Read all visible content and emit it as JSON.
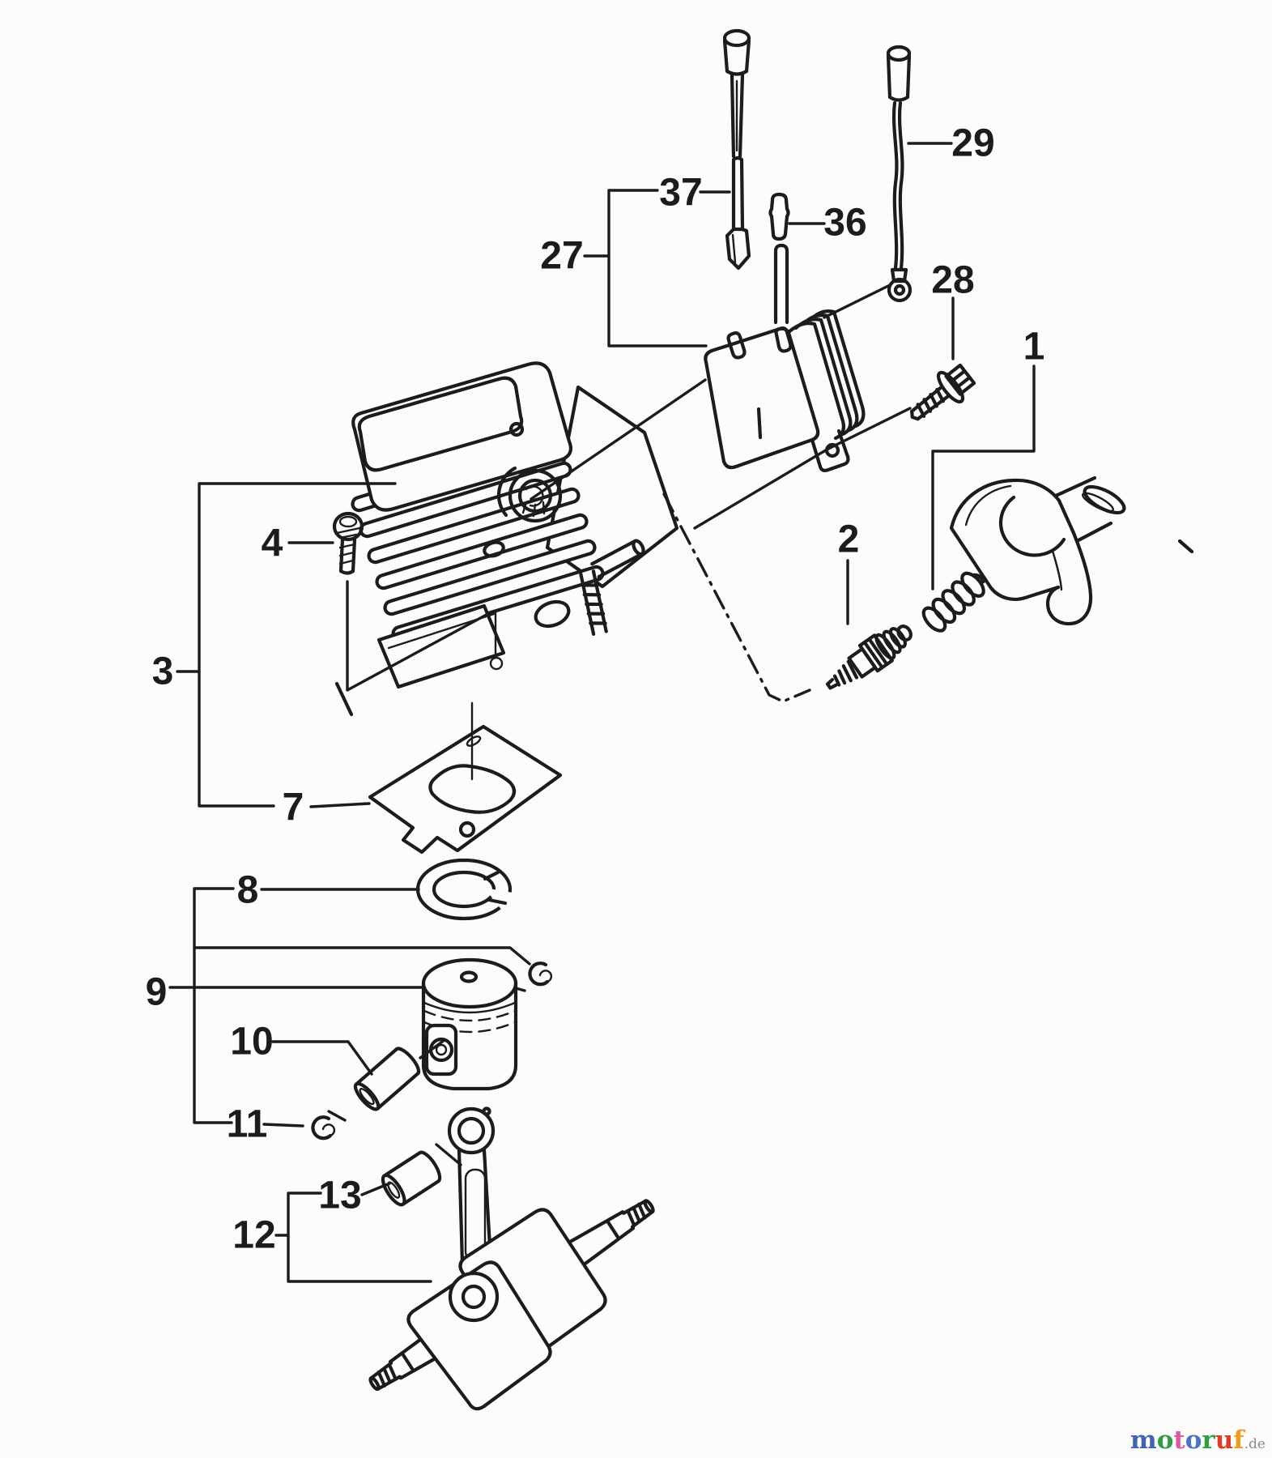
{
  "diagram": {
    "background_color": "#fcfdfb",
    "line_color": "#1c1c1c",
    "callouts": [
      {
        "label": "1"
      },
      {
        "label": "2"
      },
      {
        "label": "3"
      },
      {
        "label": "4"
      },
      {
        "label": "7"
      },
      {
        "label": "8"
      },
      {
        "label": "9"
      },
      {
        "label": "10"
      },
      {
        "label": "11"
      },
      {
        "label": "12"
      },
      {
        "label": "13"
      },
      {
        "label": "27"
      },
      {
        "label": "28"
      },
      {
        "label": "29"
      },
      {
        "label": "36"
      },
      {
        "label": "37"
      }
    ]
  },
  "watermark": {
    "letters": [
      {
        "ch": "m",
        "color": "#3f63b5"
      },
      {
        "ch": "o",
        "color": "#2f9e44"
      },
      {
        "ch": "t",
        "color": "#e0569b"
      },
      {
        "ch": "o",
        "color": "#4a74c8"
      },
      {
        "ch": "r",
        "color": "#2f9e44"
      },
      {
        "ch": "u",
        "color": "#dc3d2a"
      },
      {
        "ch": "f",
        "color": "#f09c1a"
      }
    ],
    "suffix": ".de",
    "suffix_color": "#8c8c8c"
  }
}
